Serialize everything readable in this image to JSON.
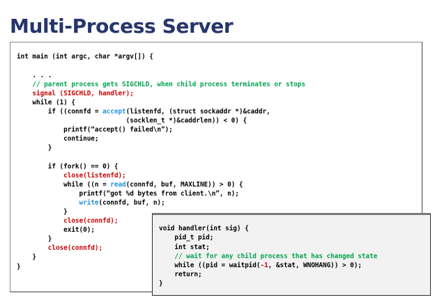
{
  "slide": {
    "title": "Multi-Process Server",
    "title_color": "#26356b"
  },
  "syntax_colors": {
    "plain": "#000000",
    "comment": "#00a44e",
    "highlight_call": "#cc0000",
    "function": "#2295dd",
    "number": "#cc0000"
  },
  "code_main": {
    "language": "c",
    "lines": [
      [
        {
          "t": "int main (int argc, char *argv[]) {",
          "c": "plain"
        }
      ],
      [
        {
          "t": "",
          "c": "plain"
        }
      ],
      [
        {
          "t": "    . . .",
          "c": "plain"
        }
      ],
      [
        {
          "t": "    // parent process gets SIGCHLD, when child process terminates or stops",
          "c": "comment"
        }
      ],
      [
        {
          "t": "    ",
          "c": "plain"
        },
        {
          "t": "signal (SIGCHLD, handler);",
          "c": "highlight_call"
        }
      ],
      [
        {
          "t": "    while (1) {",
          "c": "plain"
        }
      ],
      [
        {
          "t": "        if ((connfd = ",
          "c": "plain"
        },
        {
          "t": "accept",
          "c": "function"
        },
        {
          "t": "(listenfd, (struct sockaddr *)&caddr,",
          "c": "plain"
        }
      ],
      [
        {
          "t": "                            (socklen_t *)&caddrlen)) < 0) {",
          "c": "plain"
        }
      ],
      [
        {
          "t": "            printf(“accept() failed\\n”);",
          "c": "plain"
        }
      ],
      [
        {
          "t": "            continue;",
          "c": "plain"
        }
      ],
      [
        {
          "t": "        }",
          "c": "plain"
        }
      ],
      [
        {
          "t": "",
          "c": "plain"
        }
      ],
      [
        {
          "t": "        if (fork() == 0) {",
          "c": "plain"
        }
      ],
      [
        {
          "t": "            ",
          "c": "plain"
        },
        {
          "t": "close(listenfd);",
          "c": "highlight_call"
        }
      ],
      [
        {
          "t": "            while ((n = ",
          "c": "plain"
        },
        {
          "t": "read",
          "c": "function"
        },
        {
          "t": "(connfd, buf, MAXLINE)) > 0) {",
          "c": "plain"
        }
      ],
      [
        {
          "t": "                printf(“got %d bytes from client.\\n”, n);",
          "c": "plain"
        }
      ],
      [
        {
          "t": "                ",
          "c": "plain"
        },
        {
          "t": "write",
          "c": "function"
        },
        {
          "t": "(connfd, buf, n);",
          "c": "plain"
        }
      ],
      [
        {
          "t": "            }",
          "c": "plain"
        }
      ],
      [
        {
          "t": "            ",
          "c": "plain"
        },
        {
          "t": "close(connfd);",
          "c": "highlight_call"
        }
      ],
      [
        {
          "t": "            exit(0);",
          "c": "plain"
        }
      ],
      [
        {
          "t": "        }",
          "c": "plain"
        }
      ],
      [
        {
          "t": "        ",
          "c": "plain"
        },
        {
          "t": "close(connfd);",
          "c": "highlight_call"
        }
      ],
      [
        {
          "t": "    }",
          "c": "plain"
        }
      ],
      [
        {
          "t": "}",
          "c": "plain"
        }
      ]
    ]
  },
  "code_handler": {
    "language": "c",
    "lines": [
      [
        {
          "t": "void handler(int sig) {",
          "c": "plain"
        }
      ],
      [
        {
          "t": "    pid_t pid;",
          "c": "plain"
        }
      ],
      [
        {
          "t": "    int stat;",
          "c": "plain"
        }
      ],
      [
        {
          "t": "    // wait for any child process that has changed state",
          "c": "comment"
        }
      ],
      [
        {
          "t": "    while ((pid = waitpid(",
          "c": "plain"
        },
        {
          "t": "-1",
          "c": "number"
        },
        {
          "t": ", &stat, WNOHANG)) > 0);",
          "c": "plain"
        }
      ],
      [
        {
          "t": "    return;",
          "c": "plain"
        }
      ],
      [
        {
          "t": "}",
          "c": "plain"
        }
      ]
    ]
  }
}
